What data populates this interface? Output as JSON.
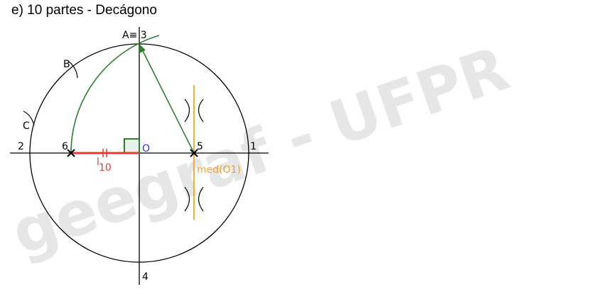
{
  "title": "e) 10 partes - Decágono",
  "watermark": "geegraf - UFPR",
  "labels": {
    "a3": "A≡ 3",
    "b": "B",
    "c": "C",
    "two": "2",
    "six": "6",
    "o": "O",
    "five": "5",
    "one": "1",
    "four": "4",
    "l": "l",
    "ten": "10",
    "med": "med(O1)"
  },
  "colors": {
    "circle": "#000000",
    "arc": "#2e7d32",
    "segment": "#e53935",
    "bisector": "#f0a030",
    "center": "#1e3fc8",
    "watermark": "#e6e6e6"
  }
}
